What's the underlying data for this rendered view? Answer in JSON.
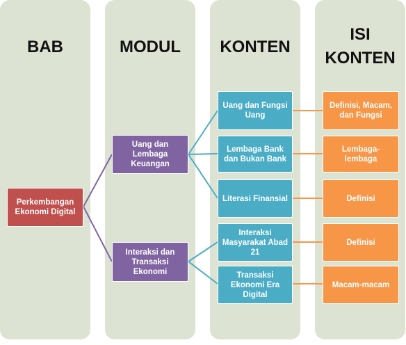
{
  "columns": {
    "bab": "BAB",
    "modul": "MODUL",
    "konten": "KONTEN",
    "isi_line1": "ISI",
    "isi_line2": "KONTEN"
  },
  "bab": {
    "label": "Perkembangan Ekonomi Digital"
  },
  "modul": [
    {
      "label": "Uang dan Lembaga Keuangan"
    },
    {
      "label": "Interaksi dan Transaksi Ekonomi"
    }
  ],
  "konten": [
    {
      "label": "Uang dan Fungsi Uang"
    },
    {
      "label": "Lembaga Bank dan Bukan Bank"
    },
    {
      "label": "Literasi Finansial"
    },
    {
      "label": "Interaksi Masyarakat Abad 21"
    },
    {
      "label": "Transaksi Ekonomi Era Digital"
    }
  ],
  "isi": [
    {
      "label": "Definisi, Macam, dan Fungsi"
    },
    {
      "label": "Lembaga-lembaga"
    },
    {
      "label": "Definisi"
    },
    {
      "label": "Definisi"
    },
    {
      "label": "Macam-macam"
    }
  ],
  "colors": {
    "column_bg": "#dde3d3",
    "bab": "#c0504d",
    "modul": "#8064a2",
    "konten": "#4bacc6",
    "isi": "#f79646"
  }
}
